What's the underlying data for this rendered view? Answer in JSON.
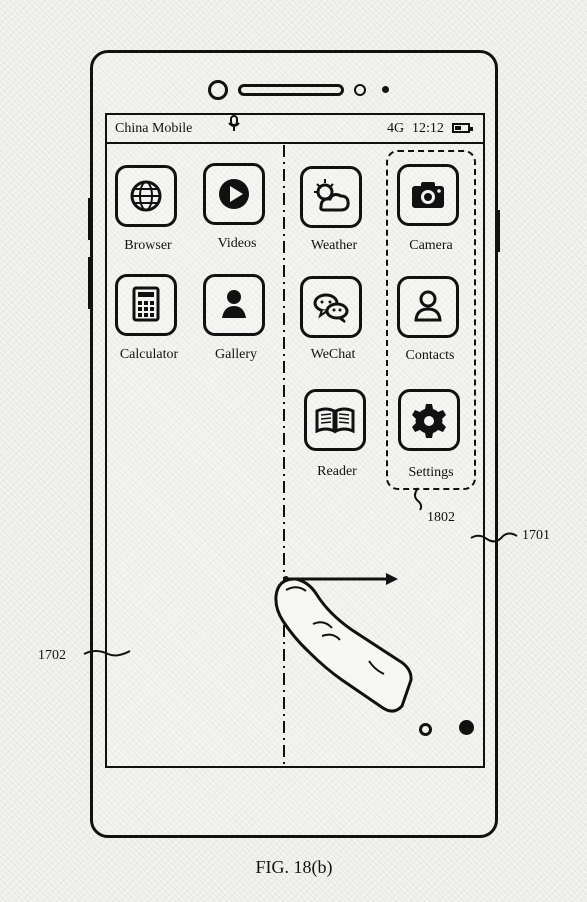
{
  "status_bar": {
    "carrier": "China Mobile",
    "network": "4G",
    "time": "12:12"
  },
  "apps": {
    "browser": "Browser",
    "videos": "Videos",
    "weather": "Weather",
    "camera": "Camera",
    "calculator": "Calculator",
    "gallery": "Gallery",
    "wechat": "WeChat",
    "contacts": "Contacts",
    "reader": "Reader",
    "settings": "Settings"
  },
  "reference_labels": {
    "region_1802": "1802",
    "region_1701": "1701",
    "region_1702": "1702"
  },
  "caption": "FIG. 18(b)",
  "icons": [
    "globe-icon",
    "play-icon",
    "weather-icon",
    "camera-icon",
    "calculator-icon",
    "person-icon",
    "chat-icon",
    "contact-icon",
    "book-icon",
    "gear-icon",
    "microphone-icon",
    "battery-icon",
    "finger-icon",
    "arrow-right-icon"
  ]
}
